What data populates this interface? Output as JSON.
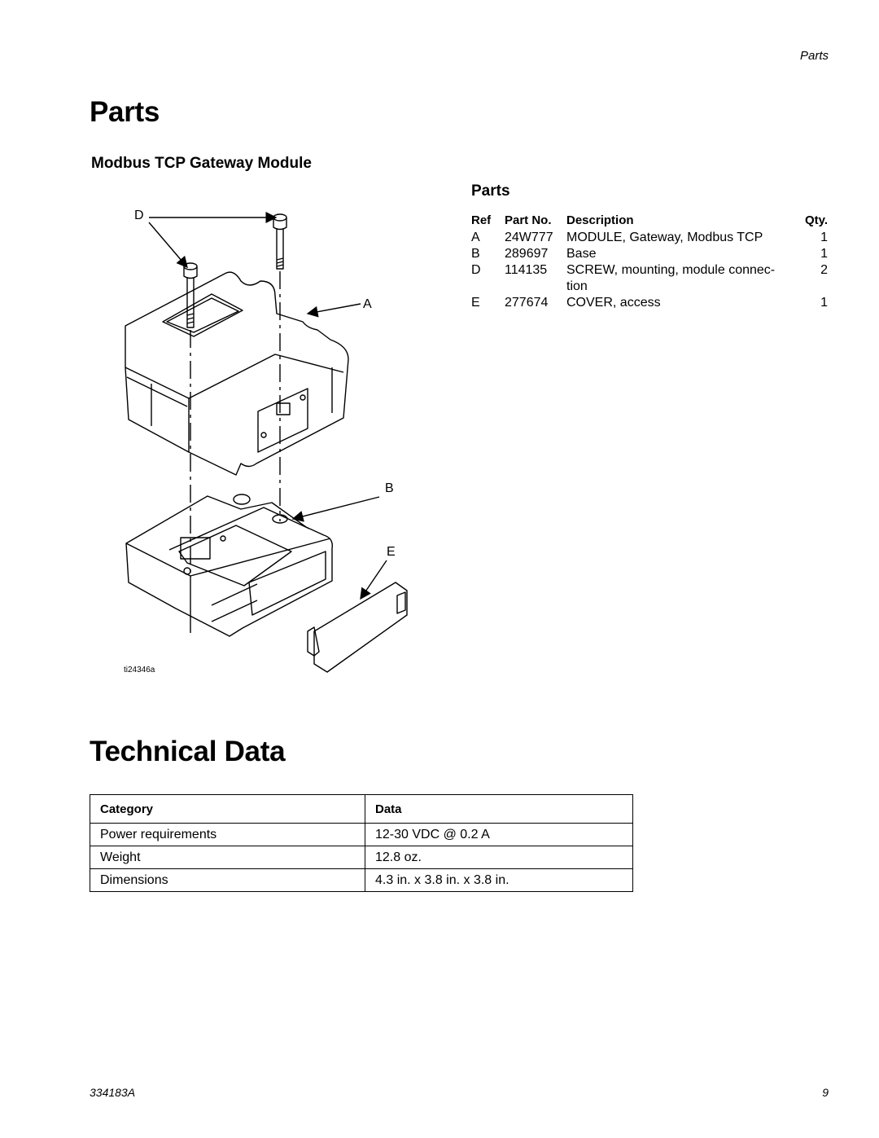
{
  "header": {
    "running_title": "Parts"
  },
  "parts_heading": "Parts",
  "module_heading": "Modbus TCP Gateway Module",
  "figure": {
    "labels": {
      "d": "D",
      "a": "A",
      "b": "B",
      "e": "E"
    },
    "figure_id": "ti24346a"
  },
  "parts_list": {
    "title": "Parts",
    "columns": {
      "ref": "Ref",
      "part_no": "Part No.",
      "description": "Description",
      "qty": "Qty."
    },
    "rows": [
      {
        "ref": "A",
        "part_no": "24W777",
        "description": "MODULE, Gateway, Modbus TCP",
        "qty": "1"
      },
      {
        "ref": "B",
        "part_no": "289697",
        "description": "Base",
        "qty": "1"
      },
      {
        "ref": "D",
        "part_no": "114135",
        "description": "SCREW, mounting, module connec-",
        "description_cont": "tion",
        "qty": "2"
      },
      {
        "ref": "E",
        "part_no": "277674",
        "description": "COVER, access",
        "qty": "1"
      }
    ]
  },
  "technical_data": {
    "title": "Technical Data",
    "columns": {
      "category": "Category",
      "data": "Data"
    },
    "rows": [
      {
        "category": "Power requirements",
        "data": "12-30 VDC @ 0.2 A"
      },
      {
        "category": "Weight",
        "data": "12.8 oz."
      },
      {
        "category": "Dimensions",
        "data": "4.3 in. x 3.8 in. x 3.8 in."
      }
    ]
  },
  "footer": {
    "doc_number": "334183A",
    "page_number": "9"
  }
}
